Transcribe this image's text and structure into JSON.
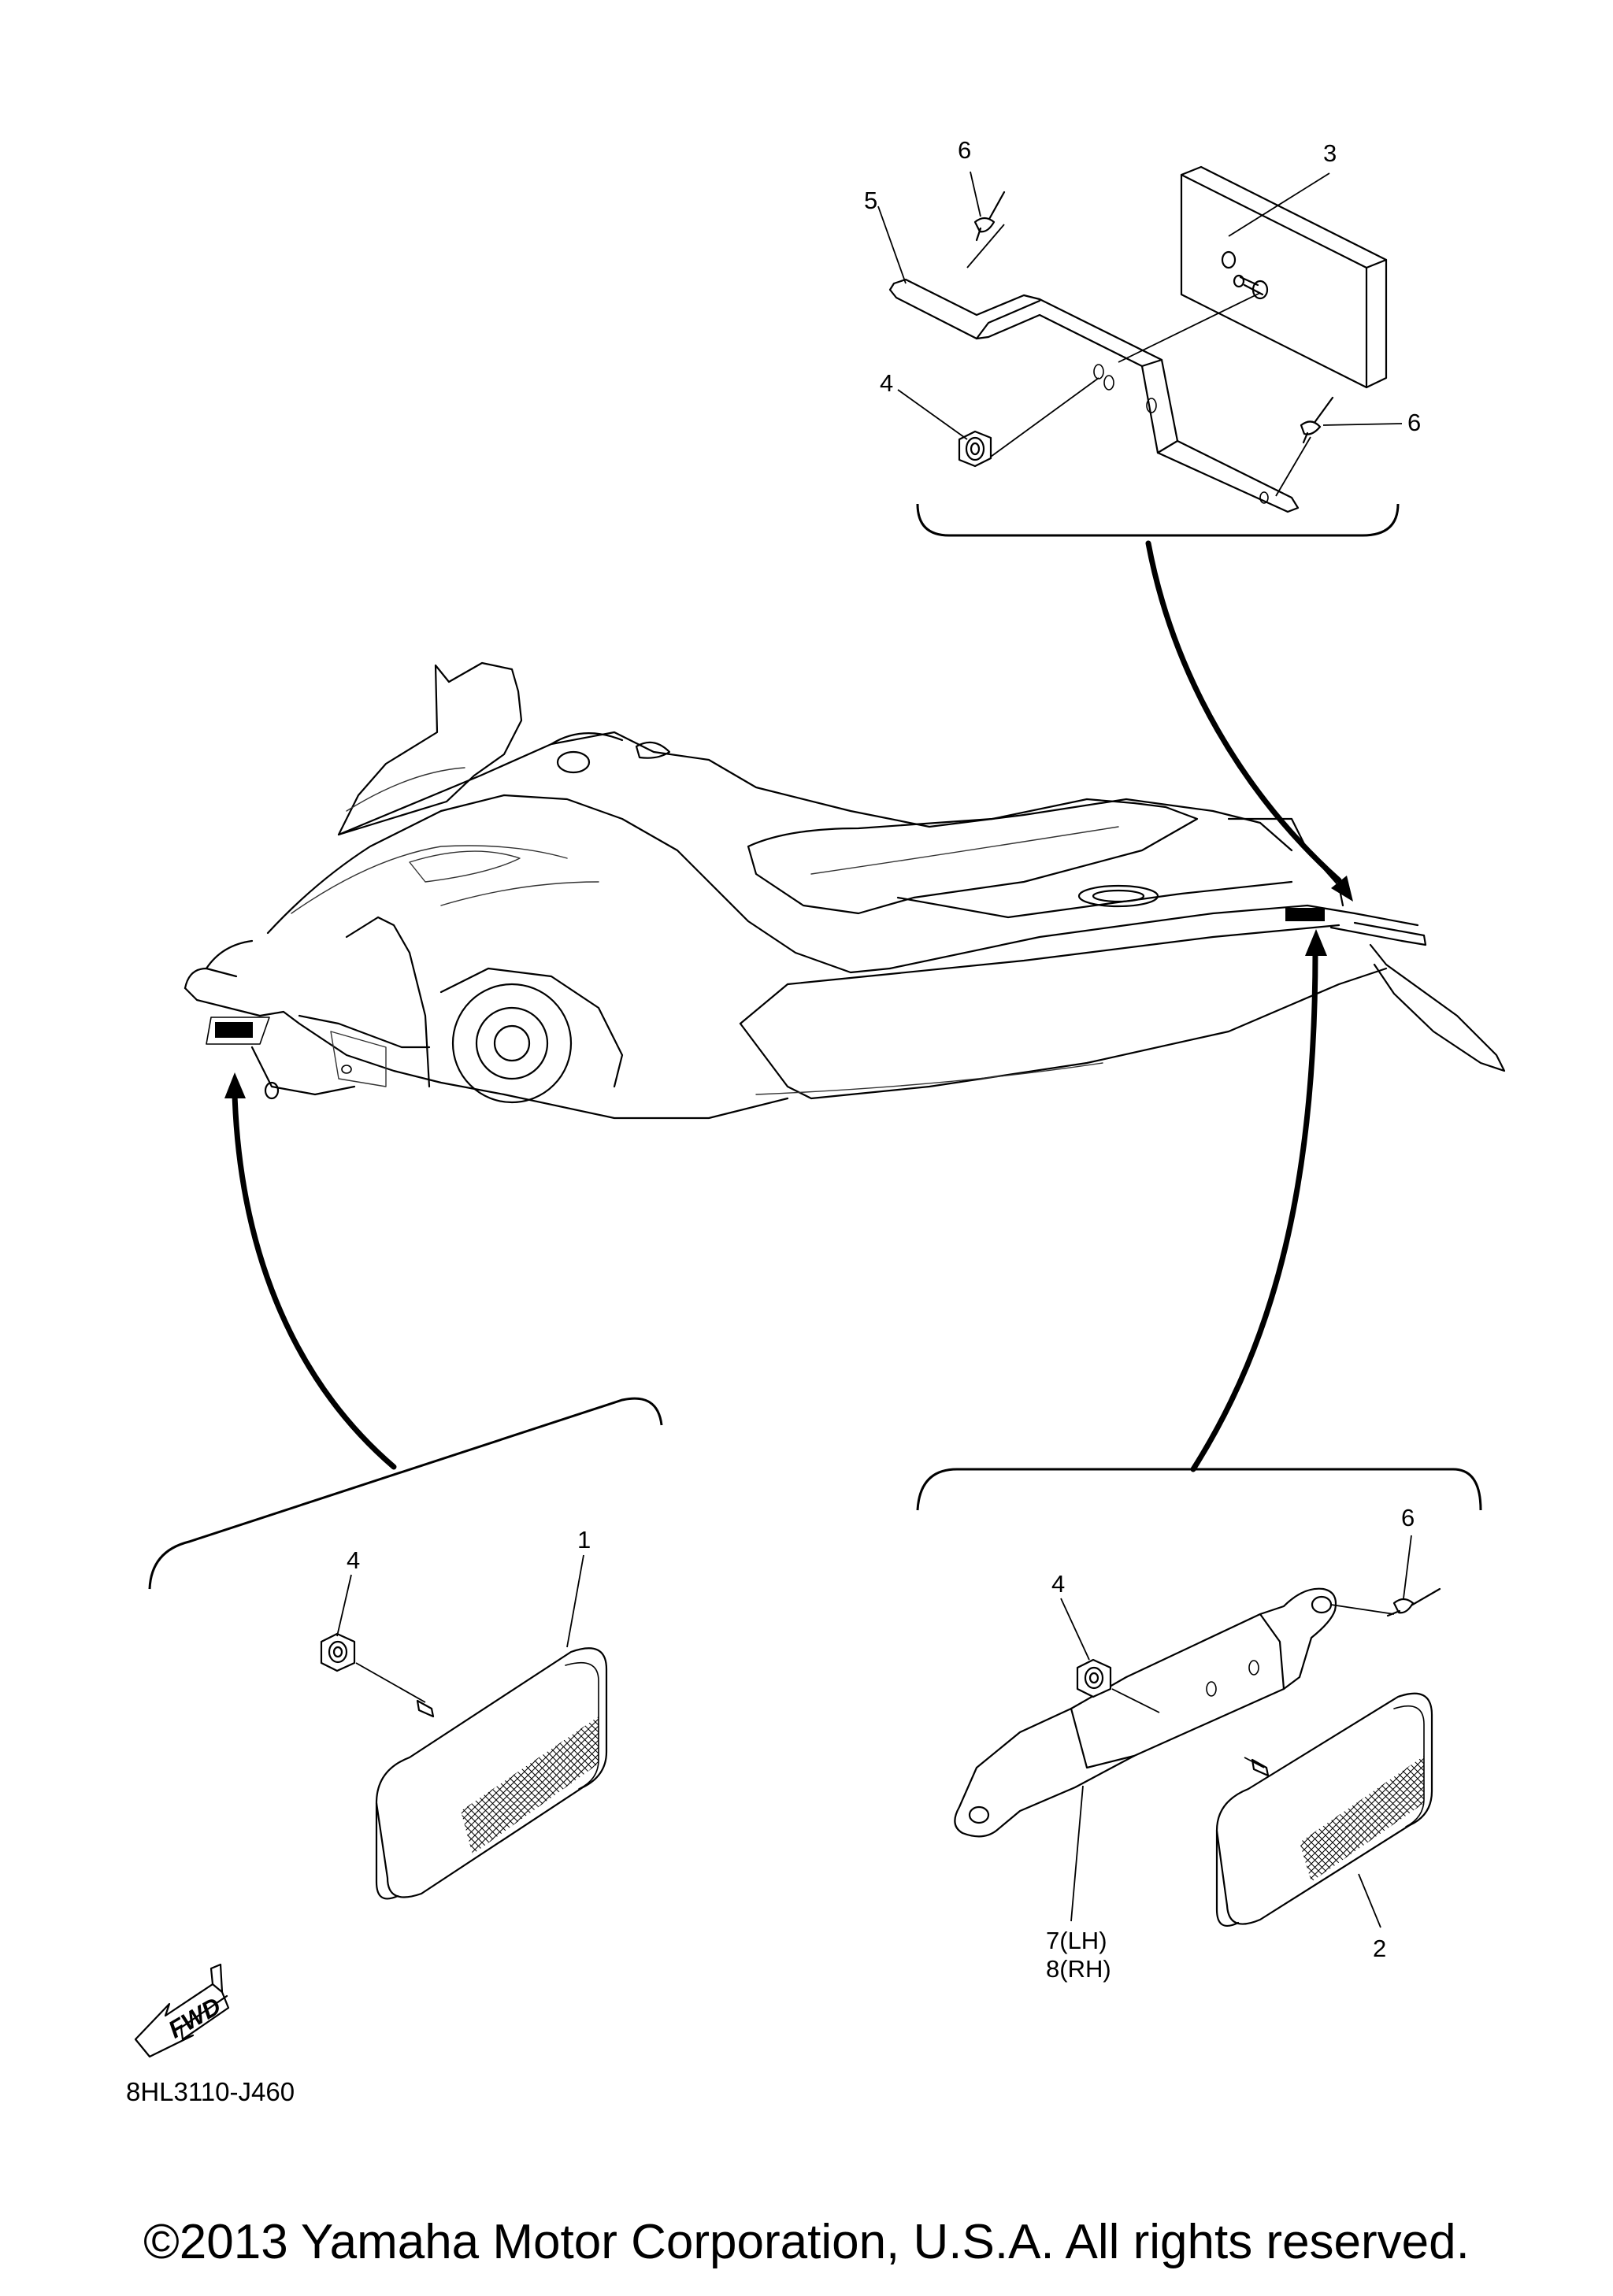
{
  "diagram": {
    "part_code": "8HL3110-J460",
    "copyright": "©2013 Yamaha Motor Corporation, U.S.A. All rights reserved.",
    "fwd_badge": "FWD",
    "callouts": {
      "top": {
        "n6a": "6",
        "n3": "3",
        "n5": "5",
        "n4": "4",
        "n6b": "6"
      },
      "left": {
        "n4": "4",
        "n1": "1"
      },
      "right": {
        "n4": "4",
        "n6": "6",
        "n7": "7(LH)",
        "n8": "8(RH)",
        "n2": "2"
      }
    }
  }
}
